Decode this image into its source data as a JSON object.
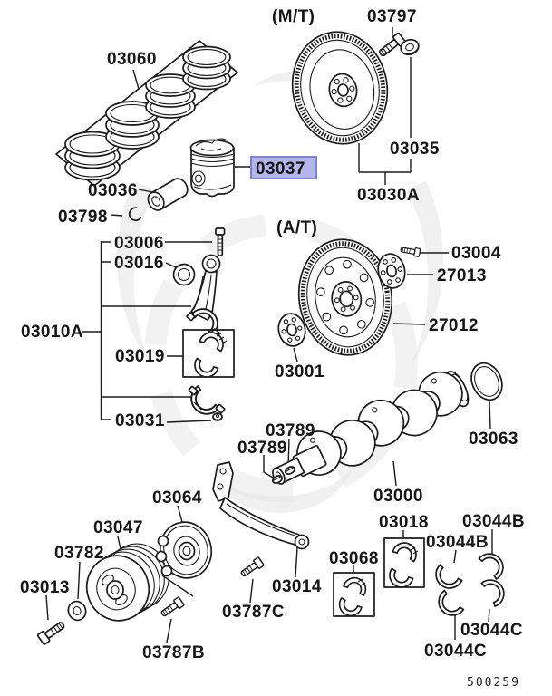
{
  "diagram": {
    "doc_number": "500259",
    "sections": {
      "manual": "(M/T)",
      "automatic": "(A/T)"
    },
    "highlight": {
      "selected_part": "03037",
      "bg": "#b3b5e8",
      "border": "#7e81d8",
      "css": "fill:#b3b5e8;stroke:#7e81d8;stroke-width:2"
    },
    "labels": {
      "p03060": "03060",
      "p03797": "03797",
      "p03035": "03035",
      "p03030A": "03030A",
      "p03036": "03036",
      "p03037": "03037",
      "p03798": "03798",
      "p03006": "03006",
      "p03016": "03016",
      "p03004": "03004",
      "p27013": "27013",
      "p27012": "27012",
      "p03010A": "03010A",
      "p03019": "03019",
      "p03001": "03001",
      "p03031": "03031",
      "p03789a": "03789",
      "p03789b": "03789",
      "p03063": "03063",
      "p03000": "03000",
      "p03064": "03064",
      "p03047": "03047",
      "p03782": "03782",
      "p03013": "03013",
      "p03018": "03018",
      "p03068": "03068",
      "p03044Ba": "03044B",
      "p03044Bb": "03044B",
      "p03044Ca": "03044C",
      "p03044Cb": "03044C",
      "p03014": "03014",
      "p03787B": "03787B",
      "p03787C": "03787C"
    }
  }
}
